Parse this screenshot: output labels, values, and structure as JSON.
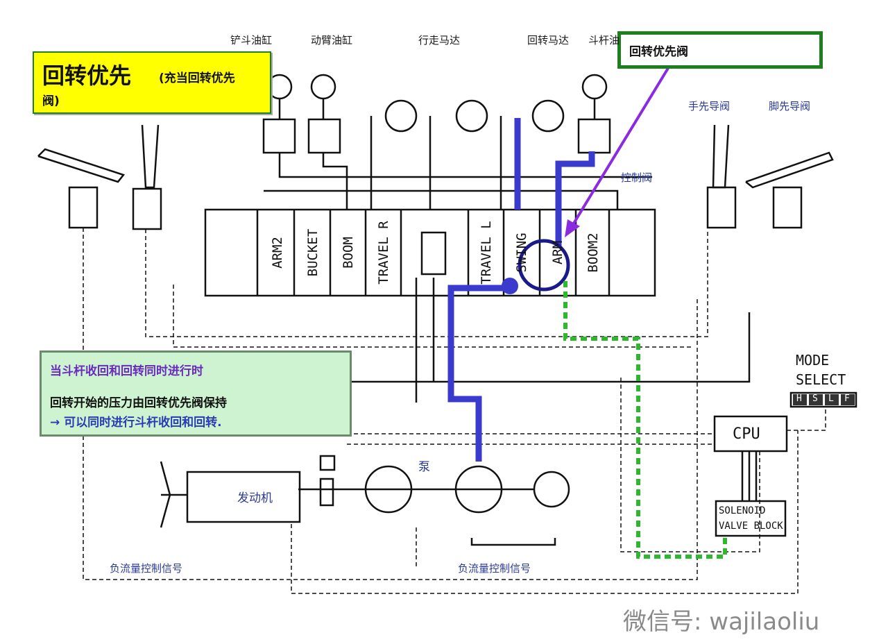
{
  "title": {
    "main": "回转优先",
    "sub": "(充当回转优先",
    "sub2": "阀)"
  },
  "priority_valve_label": "回转优先阀",
  "top_labels": {
    "bucket_cylinder": "铲斗油缸",
    "boom_cylinder": "动臂油缸",
    "travel_motor": "行走马达",
    "swing_motor": "回转马达",
    "arm_cylinder": "斗杆油"
  },
  "right_labels": {
    "hand_pilot": "手先导阀",
    "foot_pilot": "脚先导阀",
    "control_valve": "控制阀"
  },
  "spools": [
    "ARM2",
    "BUCKET",
    "BOOM",
    "TRAVEL R",
    "TRAVEL L",
    "SWING",
    "ARM",
    "BOOM2"
  ],
  "note": {
    "line1": "当斗杆收回和回转同时进行时",
    "line2": "回转开始的压力由回转优先阀保持",
    "line3": "→ 可以同时进行斗杆收回和回转."
  },
  "mode_select": {
    "line1": "MODE",
    "line2": "SELECT",
    "keys": [
      "H",
      "S",
      "L",
      "F"
    ]
  },
  "cpu": "CPU",
  "solenoid": {
    "line1": "SOLENOID",
    "line2": "VALVE BLOCK"
  },
  "pump": "泵",
  "engine": "发动机",
  "neg_flow_left": "负流量控制信号",
  "neg_flow_right": "负流量控制信号",
  "watermark": "微信号: wajilaoliu",
  "colors": {
    "title_bg": "#ffff00",
    "frame_green": "#1e7f1e",
    "note_bg": "#cdf3d1",
    "hydraulic_blue": "#3a3acc",
    "signal_green": "#2db82d",
    "arrow_purple": "#8a2be2"
  }
}
